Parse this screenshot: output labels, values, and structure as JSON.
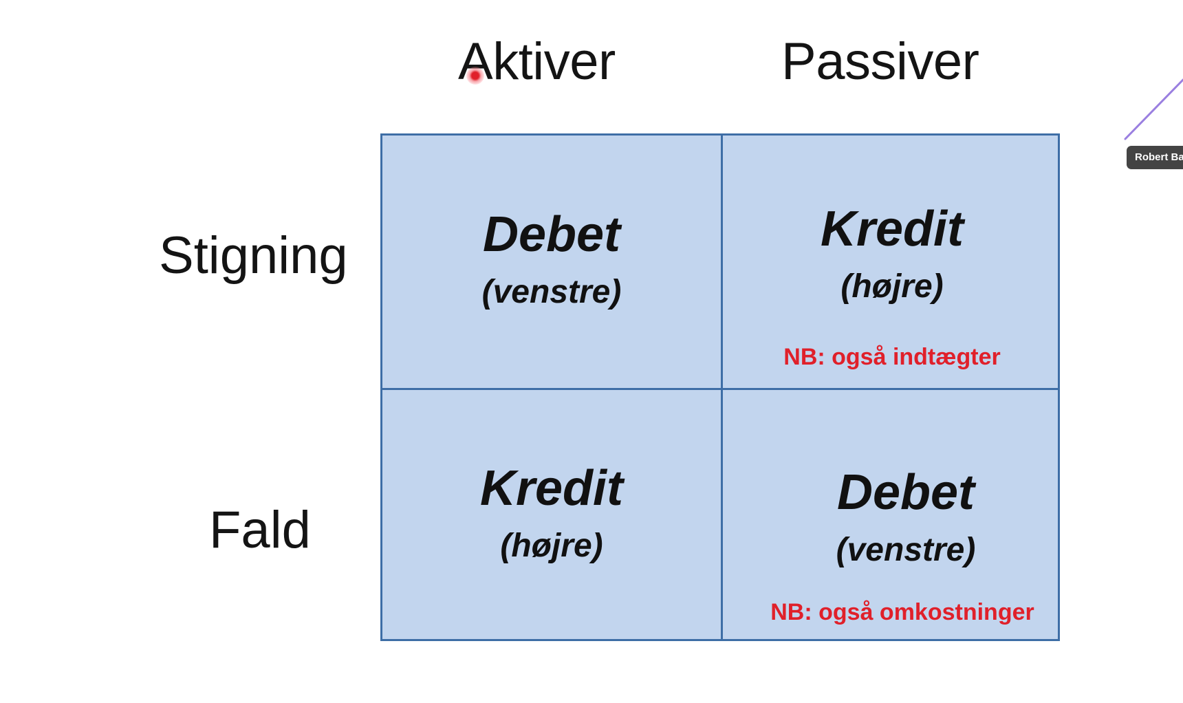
{
  "columns": {
    "aktiver": "Aktiver",
    "passiver": "Passiver"
  },
  "rows": {
    "stigning": "Stigning",
    "fald": "Fald"
  },
  "cells": {
    "aktiver_stigning": {
      "main": "Debet",
      "sub": "(venstre)"
    },
    "passiver_stigning": {
      "main": "Kredit",
      "sub": "(højre)",
      "note": "NB: også indtægter"
    },
    "aktiver_fald": {
      "main": "Kredit",
      "sub": "(højre)"
    },
    "passiver_fald": {
      "main": "Debet",
      "sub": "(venstre)",
      "note": "NB: også omkostninger"
    }
  },
  "participant_tag": "Robert Ba",
  "colors": {
    "cell_fill": "#c2d5ee",
    "border": "#3e6ea6",
    "note": "#e0202a",
    "annotation_line": "#9a7fe0"
  }
}
